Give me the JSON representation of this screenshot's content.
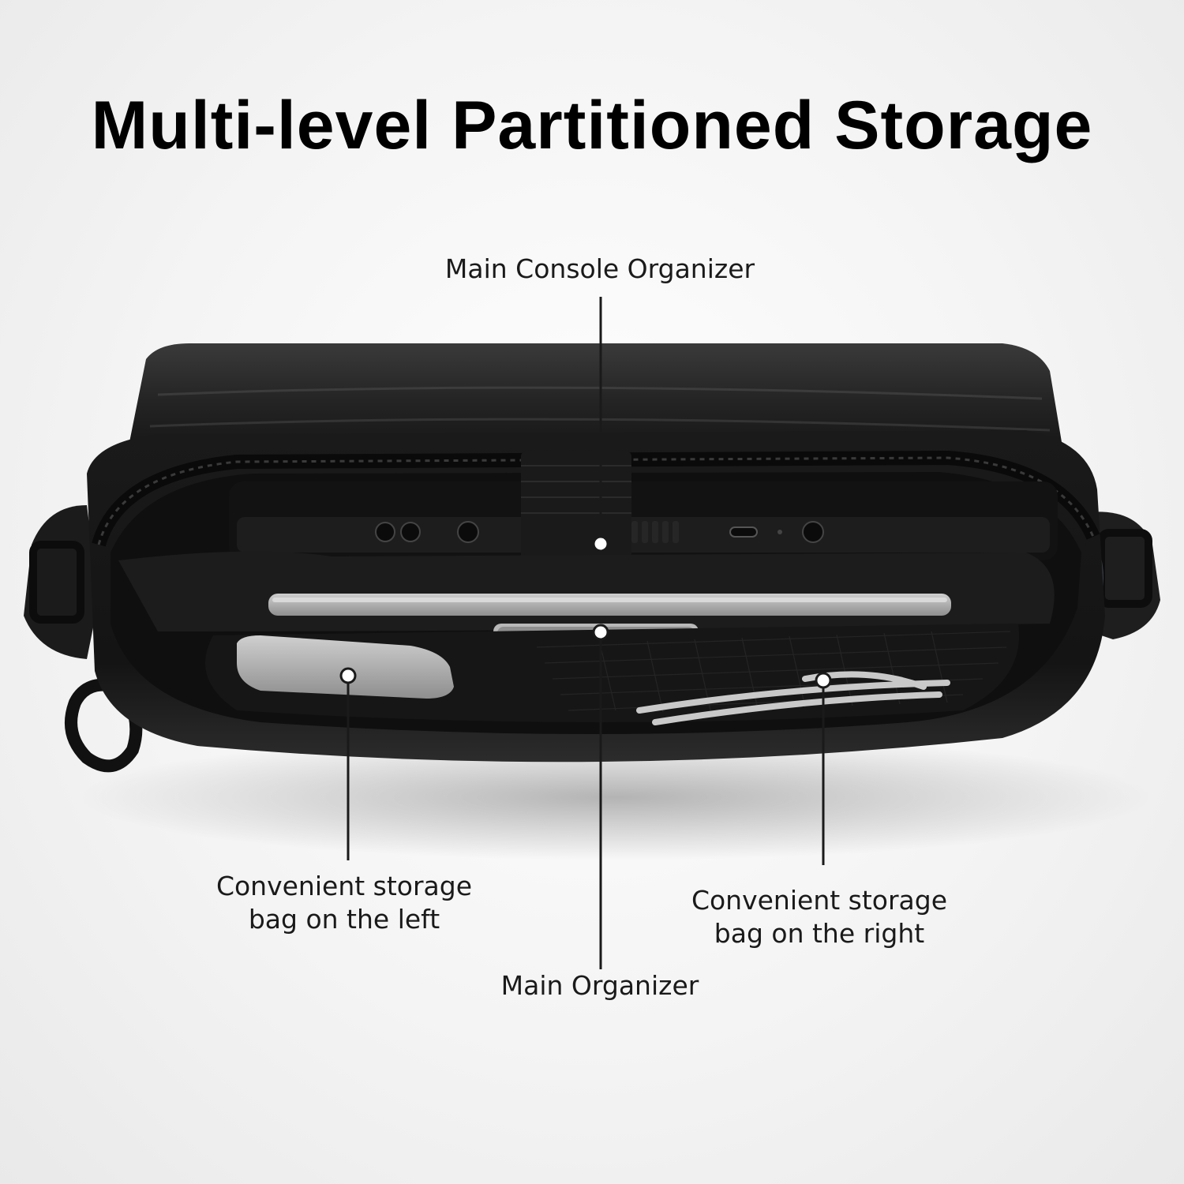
{
  "headline": "Multi-level Partitioned Storage",
  "callouts": {
    "main_console_organizer": "Main Console Organizer",
    "left_bag_line1": "Convenient storage",
    "left_bag_line2": "bag on the left",
    "main_organizer": "Main Organizer",
    "right_bag_line1": "Convenient storage",
    "right_bag_line2": "bag on the right"
  },
  "colors": {
    "background": "#f4f4f4",
    "bag": "#1b1b1b",
    "callout_line": "#1a1a1a",
    "text": "#000000"
  }
}
